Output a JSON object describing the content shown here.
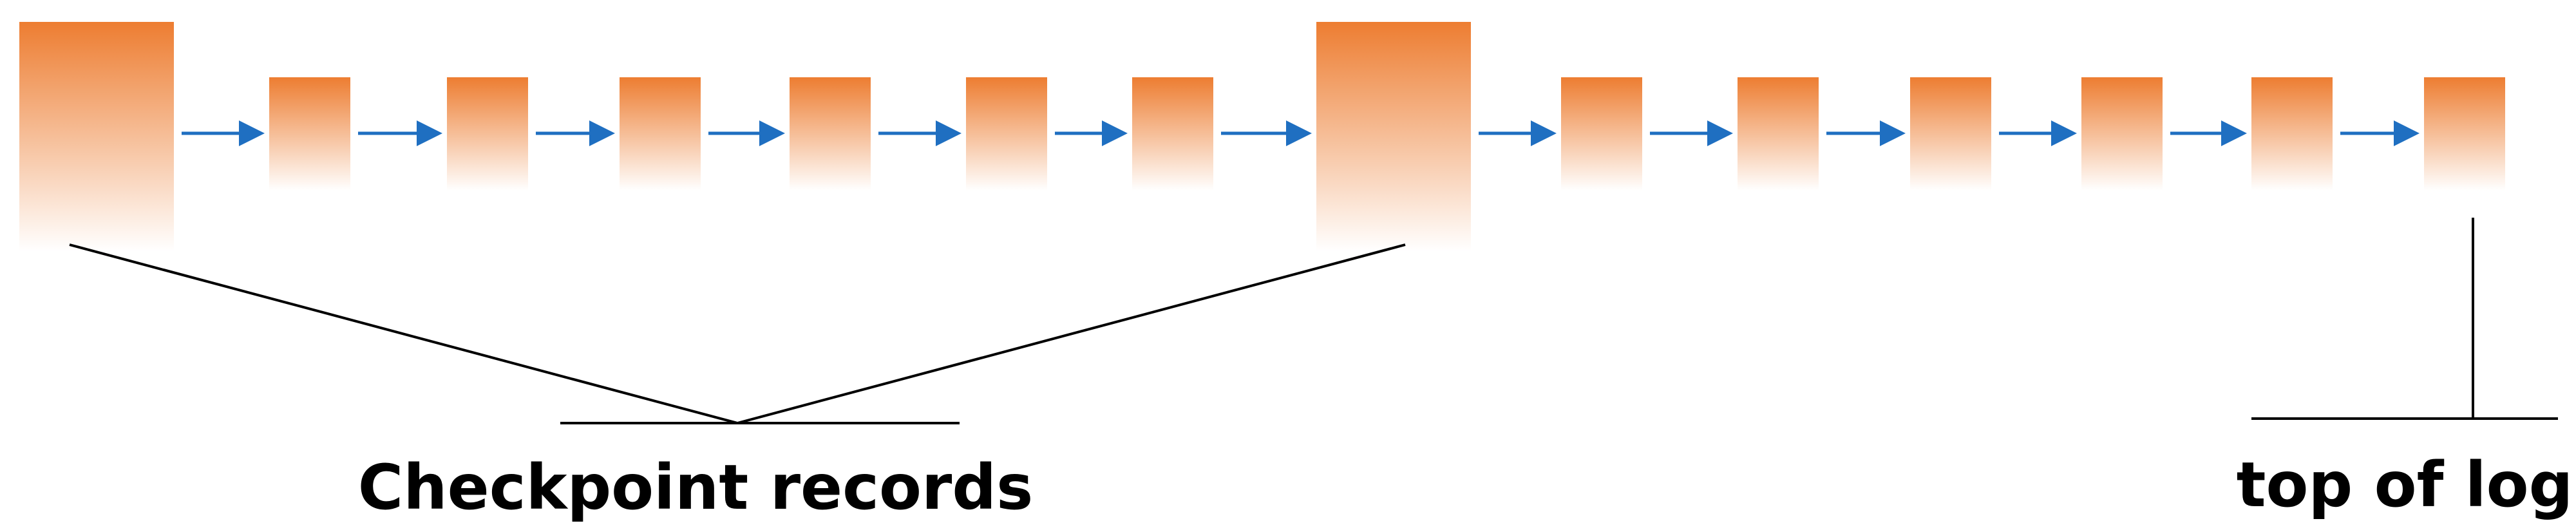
{
  "colors": {
    "record_fill": "#ED7D31",
    "arrow": "#1F6FC1",
    "line": "#000000",
    "background": "#FFFFFF"
  },
  "records": [
    "checkpoint",
    "log",
    "log",
    "log",
    "log",
    "log",
    "log",
    "checkpoint",
    "log",
    "log",
    "log",
    "log",
    "log",
    "log"
  ],
  "labels": {
    "checkpoint": "Checkpoint records",
    "top_of_log": "top of log"
  }
}
